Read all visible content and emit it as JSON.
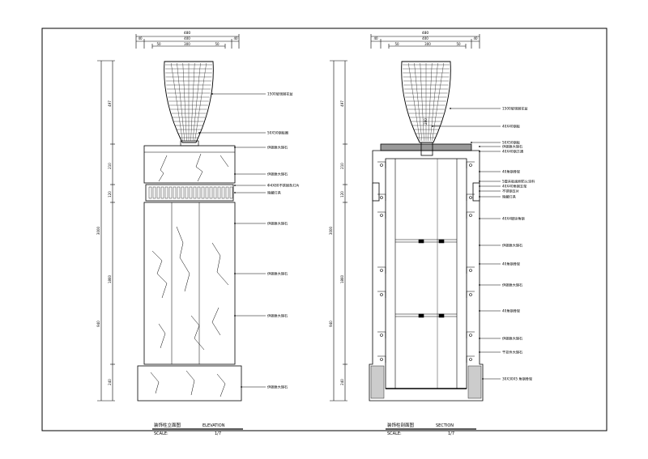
{
  "colors": {
    "line": "#000000",
    "paper": "#ffffff",
    "frame": "#000000"
  },
  "left": {
    "top_dims": {
      "overall": "480",
      "parts": [
        "40",
        "400",
        "40"
      ],
      "sub": [
        "50",
        "300",
        "50"
      ]
    },
    "side_dims": [
      "497",
      "210",
      "120",
      "3000",
      "1860",
      "940",
      "240"
    ],
    "callouts": [
      "1500玻璃钢花盆",
      "50X50钢板圈",
      "伊朗雅大理石",
      "伊朗雅大理石",
      "Ф4X80不锈钢条灯片",
      "暗藏灯具",
      "伊朗雅大理石",
      "伊朗雅大理石",
      "伊朗雅大理石",
      "伊朗雅大理石"
    ],
    "title": "装饰柱立面图",
    "title_en": "ELEVATION",
    "scale_label": "SCALE:",
    "scale_value": "1/7"
  },
  "right": {
    "top_dims": {
      "overall": "480",
      "parts": [
        "40",
        "400",
        "40"
      ],
      "sub": [
        "50",
        "300",
        "50"
      ]
    },
    "side_dims": [
      "497",
      "210",
      "120",
      "3000",
      "1860",
      "940",
      "240"
    ],
    "pot_label": "200",
    "callouts": [
      "1500玻璃钢花盆",
      "40X40钢板",
      "50X50钢板",
      "伊朗雅大理石",
      "40X40钢方通",
      "40角钢骨架",
      "5厘夹板面刷防火涂料",
      "40X40角钢支架",
      "不锈钢支片",
      "暗藏灯具",
      "40X4镀锌角钢",
      "伊朗雅大理石",
      "40角钢骨架",
      "伊朗雅大理石",
      "40角钢骨架",
      "伊朗雅大理石",
      "干挂件大理石",
      "30X30X5 角钢骨架"
    ],
    "title": "装饰柱剖面图",
    "title_en": "SECTION",
    "scale_label": "SCALE:",
    "scale_value": "1/7"
  }
}
